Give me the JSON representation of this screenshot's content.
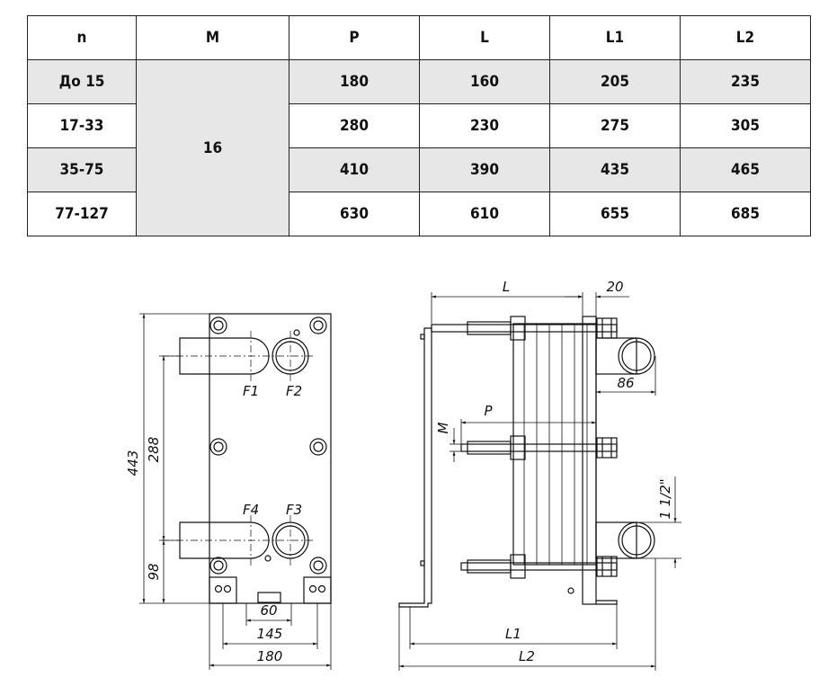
{
  "table": {
    "headers": [
      "n",
      "M",
      "P",
      "L",
      "L1",
      "L2"
    ],
    "m_value": "16",
    "rows": [
      {
        "n": "До 15",
        "P": "180",
        "L": "160",
        "L1": "205",
        "L2": "235"
      },
      {
        "n": "17-33",
        "P": "280",
        "L": "230",
        "L1": "275",
        "L2": "305"
      },
      {
        "n": "35-75",
        "P": "410",
        "L": "390",
        "L1": "435",
        "L2": "465"
      },
      {
        "n": "77-127",
        "P": "630",
        "L": "610",
        "L1": "655",
        "L2": "685"
      }
    ]
  },
  "front_view": {
    "dims": {
      "h443": "443",
      "h288": "288",
      "h98": "98",
      "w60": "60",
      "w145": "145",
      "w180": "180"
    },
    "ports": {
      "f1": "F1",
      "f2": "F2",
      "f3": "F3",
      "f4": "F4"
    }
  },
  "side_view": {
    "dims": {
      "L": "L",
      "t20": "20",
      "d86": "86",
      "P": "P",
      "M": "M",
      "thread": "1 1/2\"",
      "L1": "L1",
      "L2": "L2"
    }
  }
}
